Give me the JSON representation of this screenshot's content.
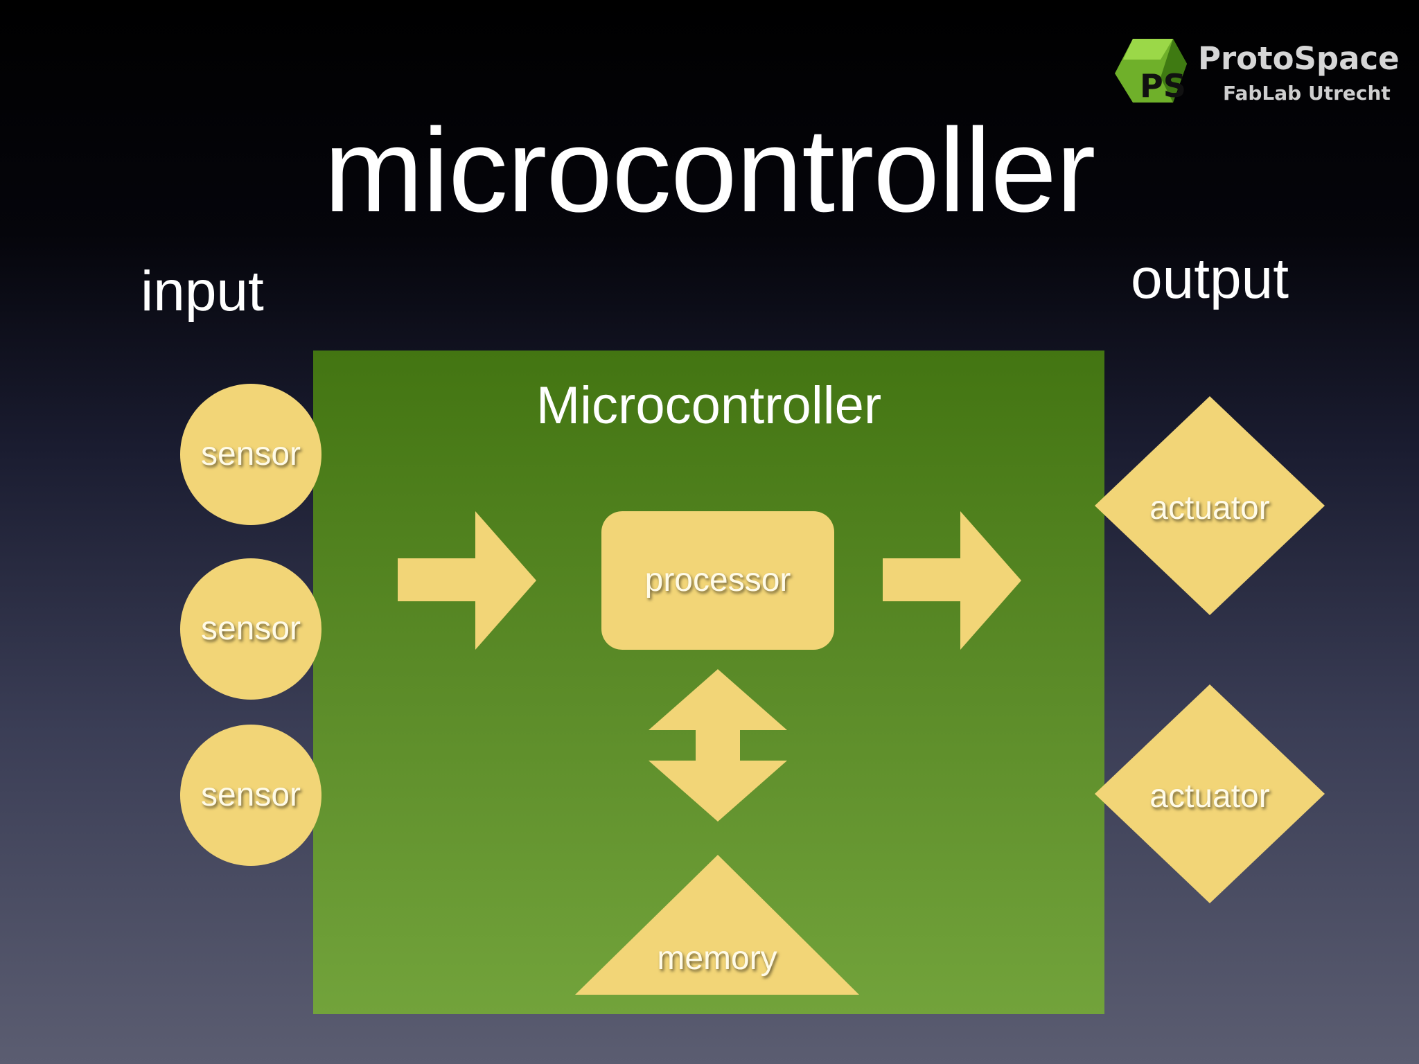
{
  "slide": {
    "title": "microcontroller",
    "input_label": "input",
    "output_label": "output"
  },
  "logo": {
    "name": "ProtoSpace",
    "subtitle": "FabLab Utrecht",
    "mark_letters": "PS",
    "mark_color": "#7bbf2a"
  },
  "diagram": {
    "box_title": "Microcontroller",
    "inputs": [
      "sensor",
      "sensor",
      "sensor"
    ],
    "processor": "processor",
    "memory": "memory",
    "outputs": [
      "actuator",
      "actuator"
    ]
  },
  "colors": {
    "shape_fill": "#f2d577",
    "box_fill_top": "#437512",
    "box_fill_bottom": "#72a33b"
  }
}
